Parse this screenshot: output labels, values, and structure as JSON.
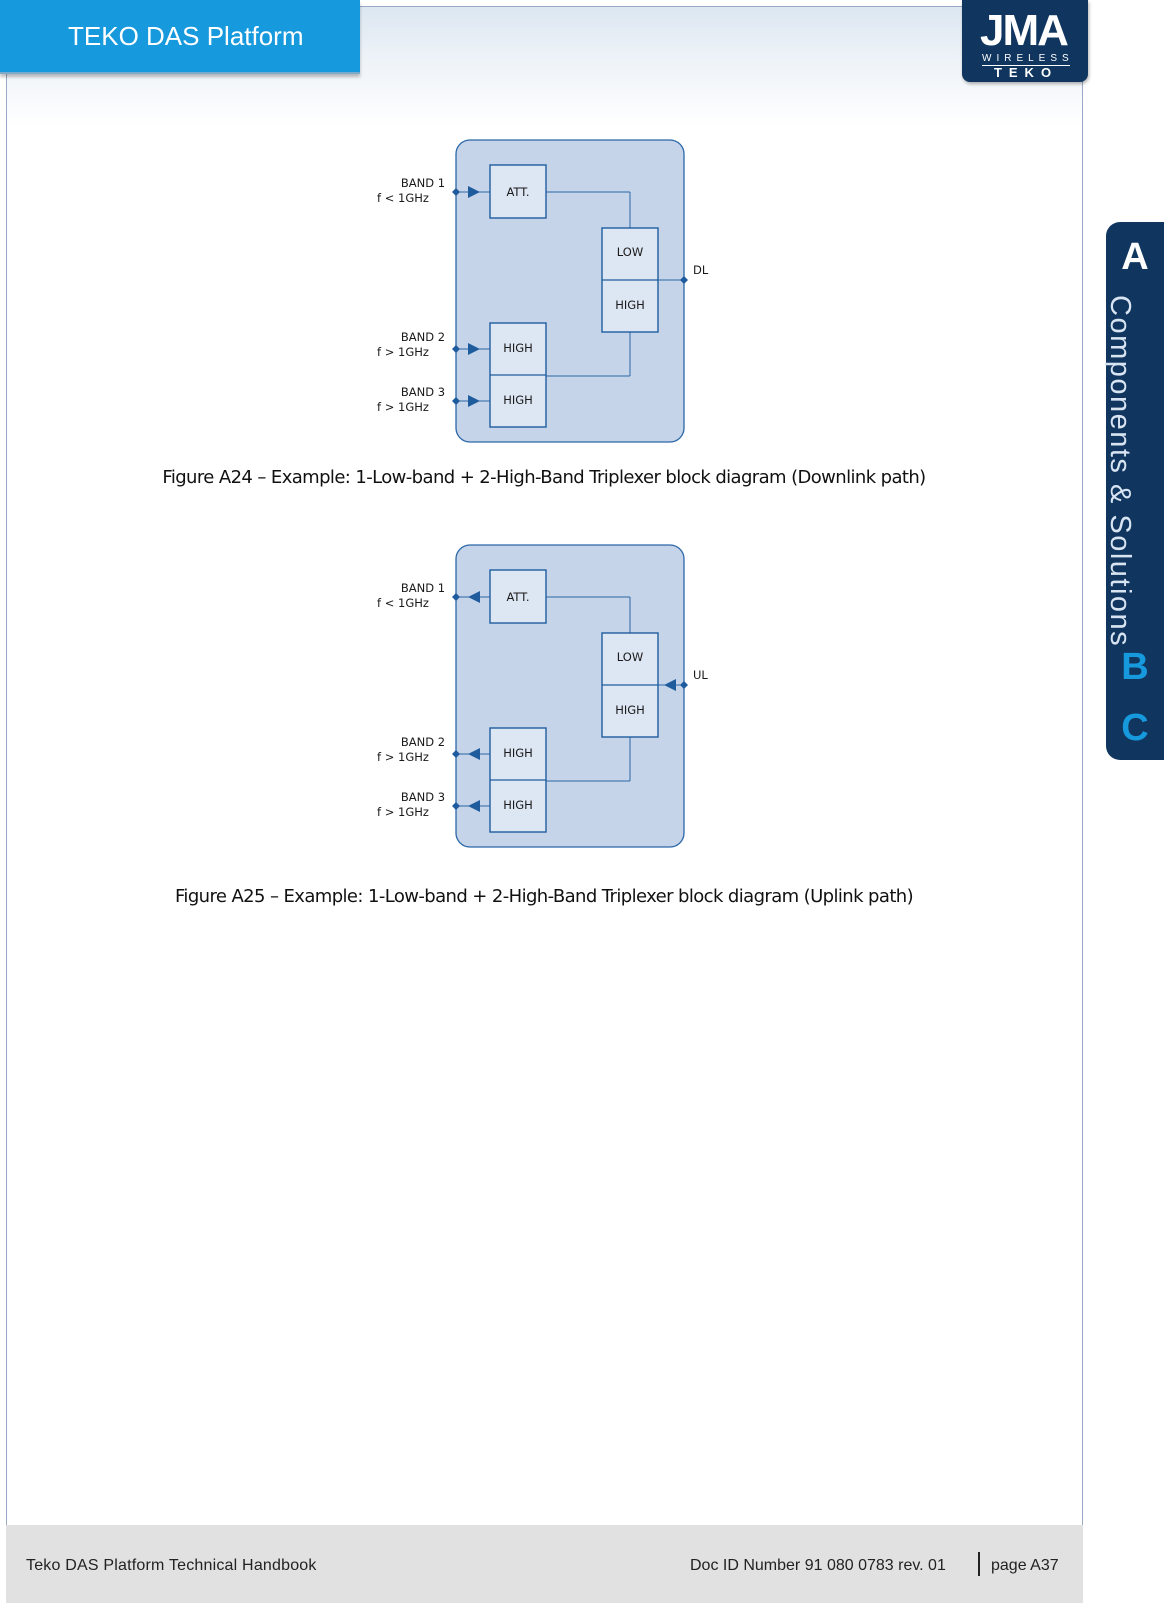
{
  "header": {
    "title": "TEKO DAS Platform"
  },
  "logo": {
    "main": "JMA",
    "sub": "WIRELESS",
    "brand": "TEKO"
  },
  "side_tabs": {
    "a": "A",
    "section": "Components & Solutions",
    "b": "B",
    "c": "C"
  },
  "figures": [
    {
      "direction_label": "DL",
      "blocks": {
        "att": "ATT.",
        "low": "LOW",
        "high_top": "HIGH",
        "high_b2": "HIGH",
        "high_b3": "HIGH"
      },
      "bands": [
        {
          "name": "BAND 1",
          "freq": "f < 1GHz"
        },
        {
          "name": "BAND 2",
          "freq": "f > 1GHz"
        },
        {
          "name": "BAND 3",
          "freq": "f > 1GHz"
        }
      ],
      "caption": "Figure A24 – Example: 1-Low-band + 2-High-Band Triplexer block diagram (Downlink path)"
    },
    {
      "direction_label": "UL",
      "blocks": {
        "att": "ATT.",
        "low": "LOW",
        "high_top": "HIGH",
        "high_b2": "HIGH",
        "high_b3": "HIGH"
      },
      "bands": [
        {
          "name": "BAND 1",
          "freq": "f < 1GHz"
        },
        {
          "name": "BAND 2",
          "freq": "f > 1GHz"
        },
        {
          "name": "BAND 3",
          "freq": "f > 1GHz"
        }
      ],
      "caption": "Figure A25 – Example: 1-Low-band + 2-High-Band Triplexer block diagram (Uplink path)"
    }
  ],
  "footer": {
    "left": "Teko DAS Platform Technical Handbook",
    "doc_id": "Doc ID Number 91 080 0783 rev. 01",
    "page": "page A37"
  },
  "colors": {
    "accent": "#1799dd",
    "navy": "#10365f",
    "diagram_fill": "#c6d4e9",
    "line": "#1f5c9e"
  }
}
